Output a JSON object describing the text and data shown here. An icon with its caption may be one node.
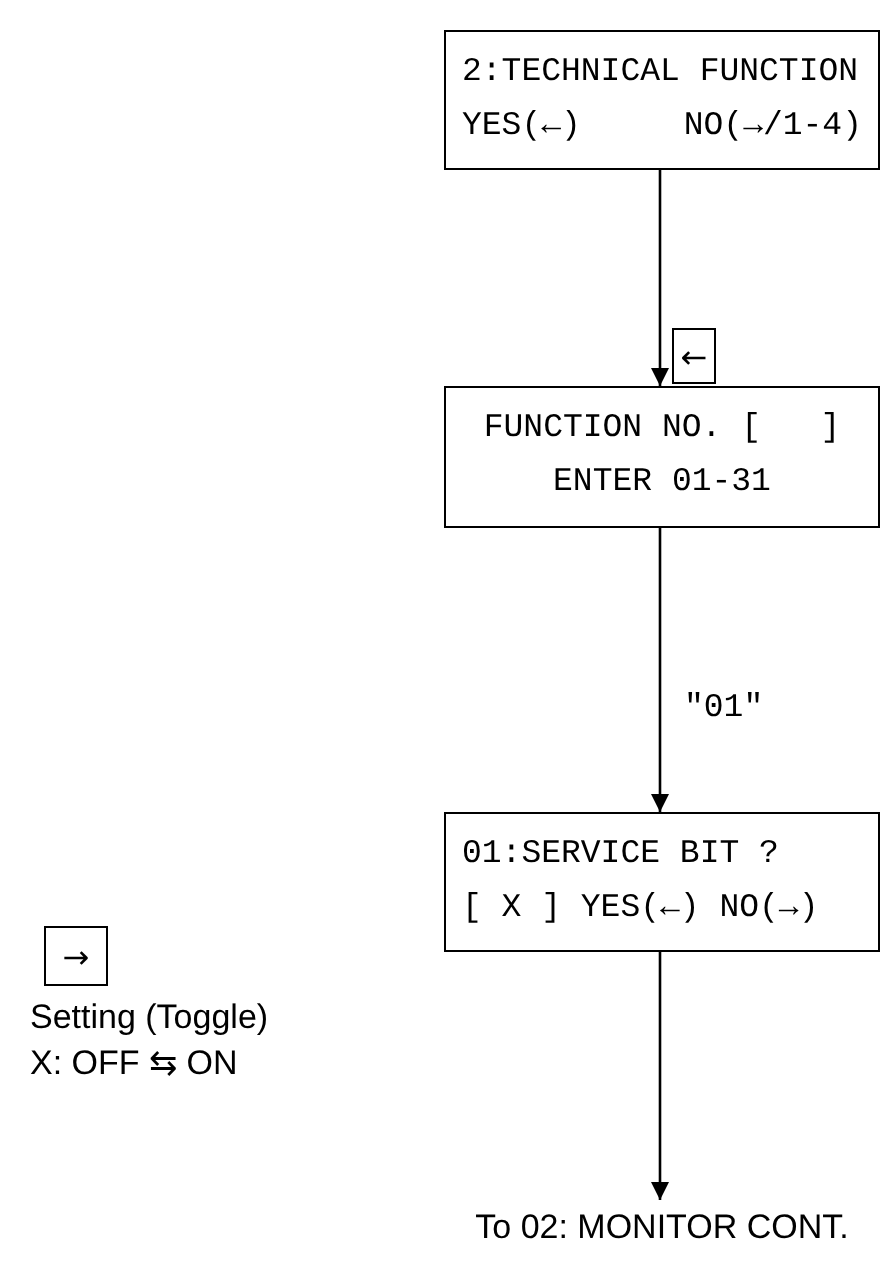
{
  "diagram": {
    "nodes": [
      {
        "text": [
          "2:TECHNICAL FUNCTION",
          "YES(←) NO(→/1-4)"
        ]
      },
      {
        "text": [
          "FUNCTION NO. [   ]",
          "ENTER 01-31"
        ]
      },
      {
        "text": [
          "01:SERVICE BIT ?",
          "[ X ] YES(←) NO(→)"
        ]
      },
      {
        "text": [
          "To 02: MONITOR CONT."
        ]
      }
    ],
    "edges": [
      {
        "from": 0,
        "to": 1,
        "arrow": "to",
        "label": "←"
      },
      {
        "from": 1,
        "to": 2,
        "arrow": "to",
        "label": "\"01\""
      },
      {
        "from": 2,
        "to": 3,
        "arrow": "to"
      }
    ],
    "labels": [
      "→",
      "Setting (Toggle)",
      "X: OFF ⇆ ON"
    ]
  }
}
